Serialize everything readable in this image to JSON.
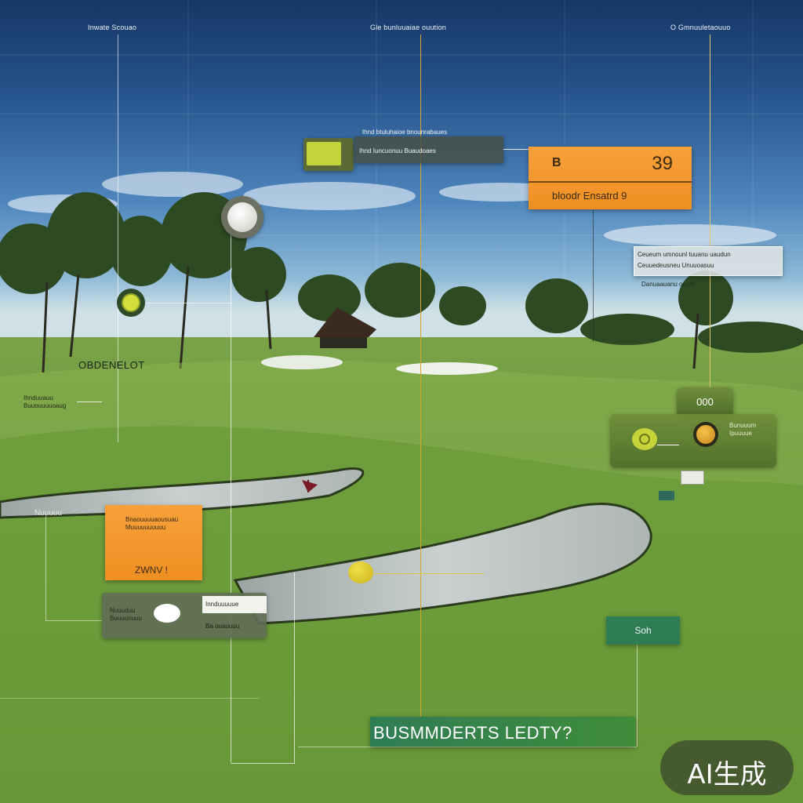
{
  "top_labels": [
    "Inwate Scouao",
    "Gle bunluuaiae ouution",
    "O Gmnuuletaouuo"
  ],
  "score_panel": {
    "top_title": "Ihnd btuluhaioe bnounrabaues",
    "subtitle": "Ihnd Iuncuonuu  Buaudoaes",
    "value": "39",
    "short_label": "B",
    "footer": "bloodr  Ensatrd  9"
  },
  "right_info": {
    "line1": "Ceueum umnounl tuuanu uaudun",
    "line2": "Ceuuedeusneu    Unuuoasuu",
    "line3": "Danuaauanu ouunl"
  },
  "ooo_badge": "000",
  "right_panel_text": {
    "line1": "Bunuuum",
    "line2": "Ipuuuue"
  },
  "left_label": "OBDENELOT",
  "left_small": {
    "line1": "Ihnduuauu",
    "line2": "Buuouuuuoaug"
  },
  "mid_left_label": "Nuuuuu",
  "orange_card": {
    "line1": "Bnaouuuuaousuau",
    "line2": "Muuuuuuuuuu",
    "footer": "ZWNV !"
  },
  "bottom_panel": {
    "left1": "Nuuuduu",
    "left2": "Buuuunuuu",
    "right1": "Innduuuuue",
    "right2": "Ba ouauuuu"
  },
  "green_tag": "Soh",
  "headline": "BUSMMDERTS LEDTY?",
  "watermark": "AI生成",
  "colors": {
    "accent_orange": "#ef8f22",
    "accent_lime": "#c7d33a",
    "accent_green": "#2f7d55",
    "sky_top": "#173766"
  }
}
